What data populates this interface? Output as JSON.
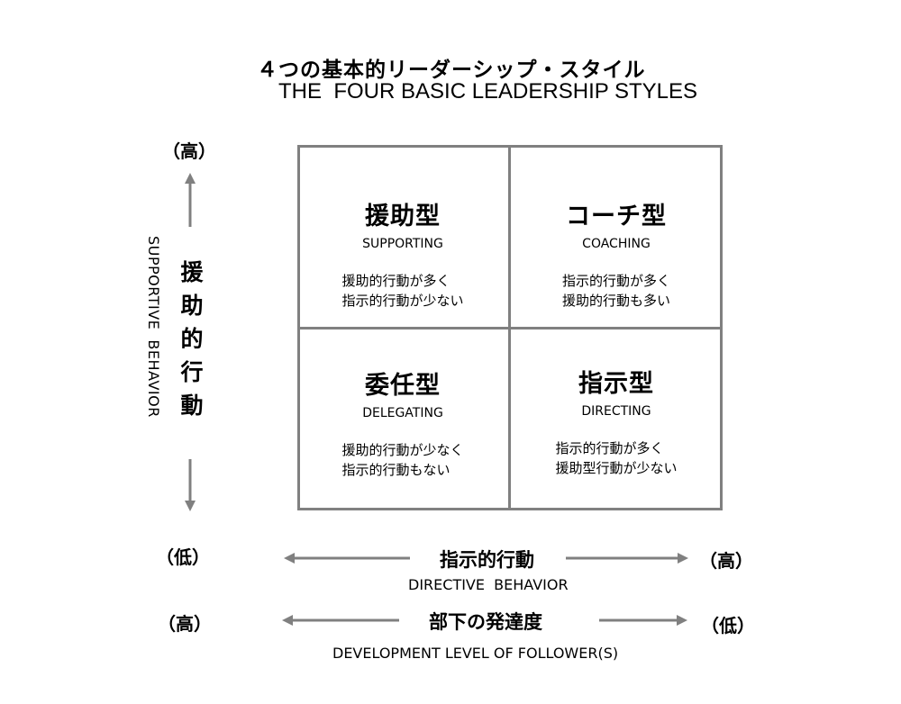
{
  "title": {
    "japanese": "４つの基本的リーダーシップ・スタイル",
    "english": "THE  FOUR BASIC LEADERSHIP STYLES"
  },
  "quadrants": [
    {
      "position": "top-left",
      "name": "援助型",
      "english": "SUPPORTING",
      "description": [
        "援助的行動が多く",
        "指示的行動が少ない"
      ]
    },
    {
      "position": "top-right",
      "name": "コーチ型",
      "english": "COACHING",
      "description": [
        "指示的行動が多く",
        "援助的行動も多い"
      ]
    },
    {
      "position": "bottom-left",
      "name": "委任型",
      "english": "DELEGATING",
      "description": [
        "援助的行動が少なく",
        "指示的行動もない"
      ]
    },
    {
      "position": "bottom-right",
      "name": "指示型",
      "english": "DIRECTING",
      "description": [
        "指示的行動が多く",
        "援助型行動が少ない"
      ]
    }
  ],
  "y_axis": {
    "label_ja": "援助的行動",
    "label_en": "SUPPORTIVE  BEHAVIOR",
    "top": "（高）",
    "bottom": "（低）"
  },
  "x_axis": {
    "label_ja": "指示的行動",
    "label_en": "DIRECTIVE  BEHAVIOR",
    "left": "（低）",
    "right": "（高）"
  },
  "x_axis_2": {
    "label_ja": "部下の発達度",
    "label_en": "DEVELOPMENT LEVEL OF FOLLOWER(S)",
    "left": "（高）",
    "right": "（低）"
  },
  "colors": {
    "grid": "#808080",
    "arrow": "#808080",
    "text": "#000000"
  }
}
